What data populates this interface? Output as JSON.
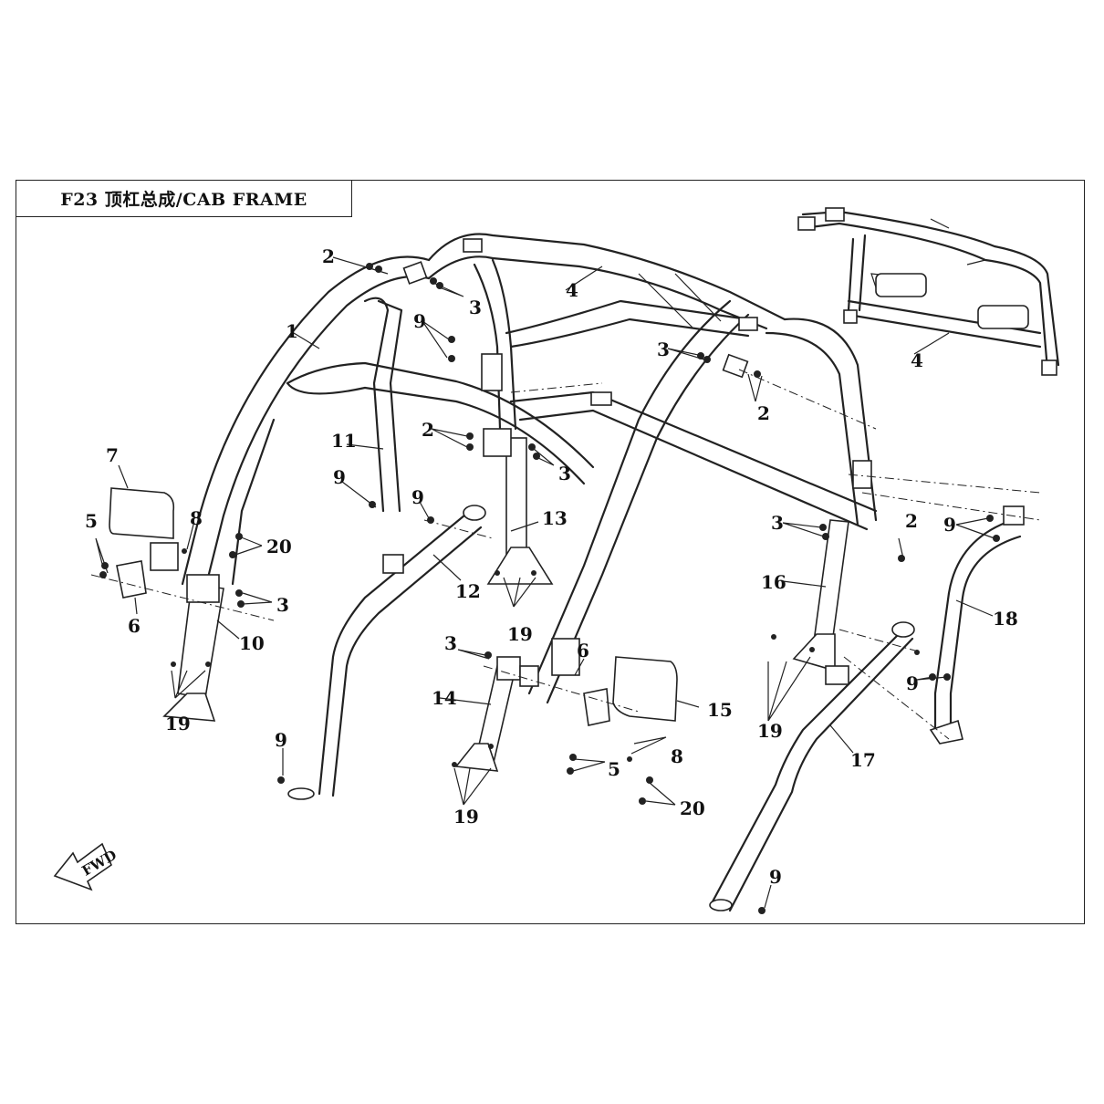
{
  "title": "F23 顶杠总成/CAB FRAME",
  "fwd_label": "FWD",
  "callouts": [
    {
      "id": "c-1",
      "label": "1"
    },
    {
      "id": "c-2a",
      "label": "2"
    },
    {
      "id": "c-2b",
      "label": "2"
    },
    {
      "id": "c-2c",
      "label": "2"
    },
    {
      "id": "c-2d",
      "label": "2"
    },
    {
      "id": "c-3a",
      "label": "3"
    },
    {
      "id": "c-3b",
      "label": "3"
    },
    {
      "id": "c-3c",
      "label": "3"
    },
    {
      "id": "c-3d",
      "label": "3"
    },
    {
      "id": "c-3e",
      "label": "3"
    },
    {
      "id": "c-3f",
      "label": "3"
    },
    {
      "id": "c-4a",
      "label": "4"
    },
    {
      "id": "c-4b",
      "label": "4"
    },
    {
      "id": "c-5a",
      "label": "5"
    },
    {
      "id": "c-5b",
      "label": "5"
    },
    {
      "id": "c-6a",
      "label": "6"
    },
    {
      "id": "c-6b",
      "label": "6"
    },
    {
      "id": "c-7",
      "label": "7"
    },
    {
      "id": "c-8a",
      "label": "8"
    },
    {
      "id": "c-8b",
      "label": "8"
    },
    {
      "id": "c-9a",
      "label": "9"
    },
    {
      "id": "c-9b",
      "label": "9"
    },
    {
      "id": "c-9c",
      "label": "9"
    },
    {
      "id": "c-9d",
      "label": "9"
    },
    {
      "id": "c-9e",
      "label": "9"
    },
    {
      "id": "c-9f",
      "label": "9"
    },
    {
      "id": "c-9g",
      "label": "9"
    },
    {
      "id": "c-10",
      "label": "10"
    },
    {
      "id": "c-11",
      "label": "11"
    },
    {
      "id": "c-12",
      "label": "12"
    },
    {
      "id": "c-13",
      "label": "13"
    },
    {
      "id": "c-14",
      "label": "14"
    },
    {
      "id": "c-15",
      "label": "15"
    },
    {
      "id": "c-16",
      "label": "16"
    },
    {
      "id": "c-17",
      "label": "17"
    },
    {
      "id": "c-18",
      "label": "18"
    },
    {
      "id": "c-19a",
      "label": "19"
    },
    {
      "id": "c-19b",
      "label": "19"
    },
    {
      "id": "c-19c",
      "label": "19"
    },
    {
      "id": "c-19d",
      "label": "19"
    },
    {
      "id": "c-20a",
      "label": "20"
    },
    {
      "id": "c-20b",
      "label": "20"
    }
  ]
}
